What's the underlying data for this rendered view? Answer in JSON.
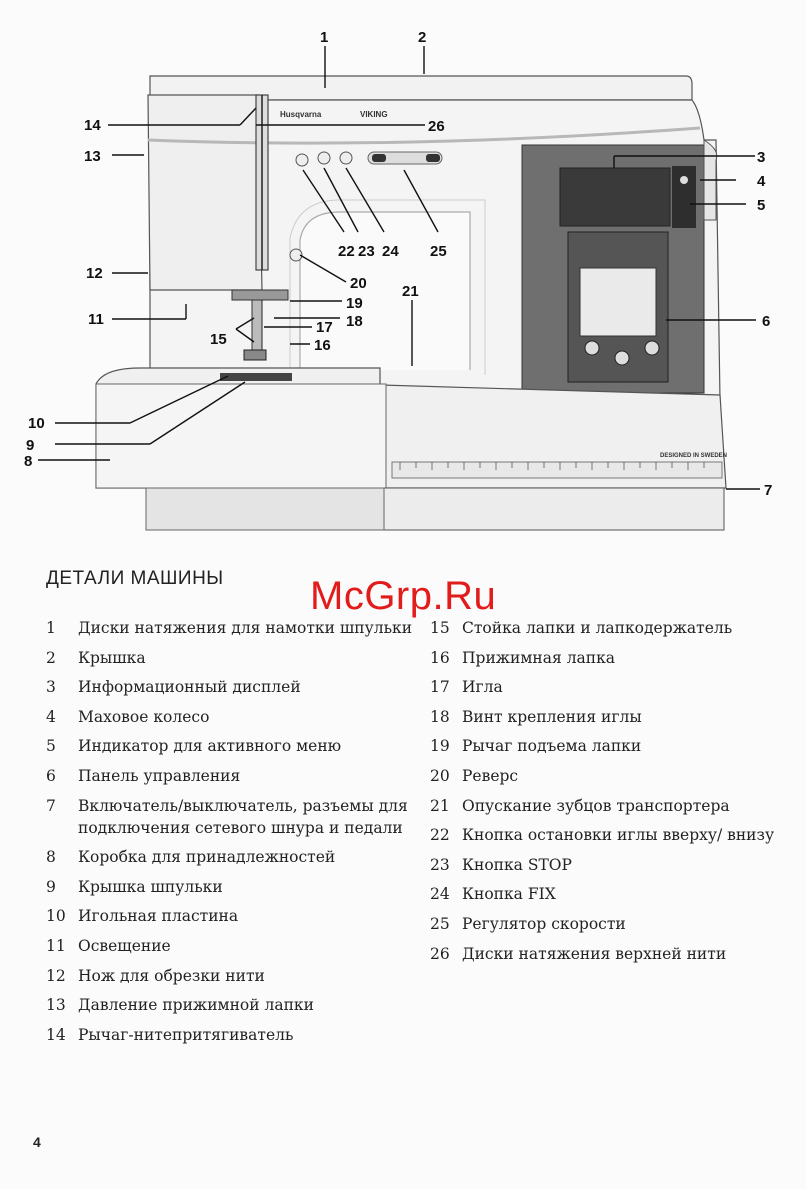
{
  "diagram": {
    "callouts": [
      "1",
      "2",
      "3",
      "4",
      "5",
      "6",
      "7",
      "8",
      "9",
      "10",
      "11",
      "12",
      "13",
      "14",
      "15",
      "16",
      "17",
      "18",
      "19",
      "20",
      "21",
      "22",
      "23",
      "24",
      "25",
      "26"
    ],
    "brand_left": "Husqvarna",
    "brand_right": "VIKING",
    "designed_label": "DESIGNED IN SWEDEN"
  },
  "section_title": "ДЕТАЛИ МАШИНЫ",
  "watermark": "McGrp.Ru",
  "parts_left": [
    {
      "num": "1",
      "text": "Диски натяжения для намотки шпульки"
    },
    {
      "num": "2",
      "text": "Крышка"
    },
    {
      "num": "3",
      "text": "Информационный дисплей"
    },
    {
      "num": "4",
      "text": "Маховое колесо"
    },
    {
      "num": "5",
      "text": "Индикатор для активного меню"
    },
    {
      "num": "6",
      "text": "Панель управления"
    },
    {
      "num": "7",
      "text": "Включатель/выключатель, разъемы для подключения сетевого шнура и педали"
    },
    {
      "num": "8",
      "text": "Коробка для принадлежностей"
    },
    {
      "num": "9",
      "text": "Крышка шпульки"
    },
    {
      "num": "10",
      "text": "Игольная пластина"
    },
    {
      "num": "11",
      "text": "Освещение"
    },
    {
      "num": "12",
      "text": "Нож для обрезки нити"
    },
    {
      "num": "13",
      "text": "Давление прижимной лапки"
    },
    {
      "num": "14",
      "text": "Рычаг-нитепритягиватель"
    }
  ],
  "parts_right": [
    {
      "num": "15",
      "text": "Стойка лапки и лапкодержатель"
    },
    {
      "num": "16",
      "text": "Прижимная лапка"
    },
    {
      "num": "17",
      "text": "Игла"
    },
    {
      "num": "18",
      "text": "Винт крепления иглы"
    },
    {
      "num": "19",
      "text": "Рычаг подъема лапки"
    },
    {
      "num": "20",
      "text": "Реверс"
    },
    {
      "num": "21",
      "text": "Опускание зубцов транспортера"
    },
    {
      "num": "22",
      "text": "Кнопка остановки иглы вверху/ внизу"
    },
    {
      "num": "23",
      "text": "Кнопка STOP"
    },
    {
      "num": "24",
      "text": "Кнопка FIX"
    },
    {
      "num": "25",
      "text": "Регулятор скорости"
    },
    {
      "num": "26",
      "text": "Диски натяжения верхней нити"
    }
  ],
  "page_number": "4"
}
